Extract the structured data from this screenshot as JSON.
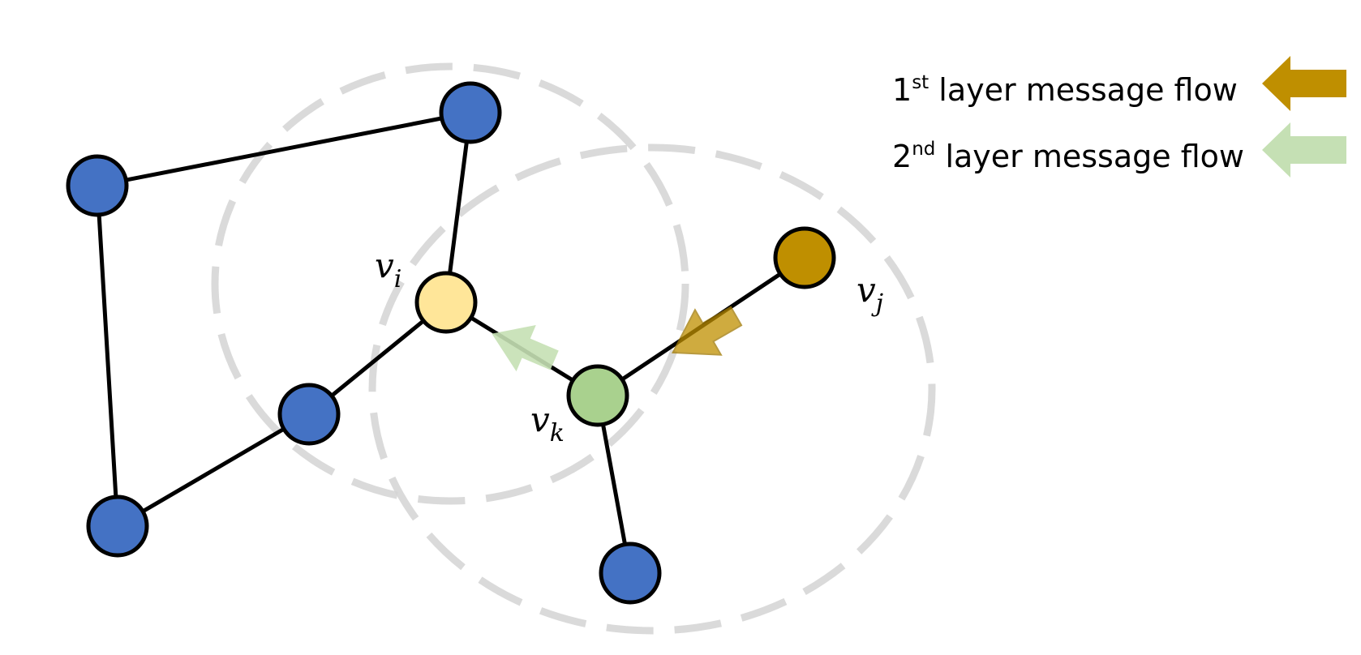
{
  "colors": {
    "regular_node": "#4472C4",
    "target_node": "#FFE699",
    "neighbor_node": "#A9D18E",
    "source_node": "#BF8F00",
    "first_layer_arrow": "#BF8F00",
    "second_layer_arrow": "#C5E0B4",
    "edge": "#000000",
    "halo": "#D4D4D4"
  },
  "nodes": [
    {
      "id": "n_top",
      "role": "regular"
    },
    {
      "id": "n_left",
      "role": "regular"
    },
    {
      "id": "n_bottom_left",
      "role": "regular"
    },
    {
      "id": "n_mid",
      "role": "regular"
    },
    {
      "id": "n_bottom",
      "role": "regular"
    },
    {
      "id": "v_i",
      "role": "target",
      "label": {
        "base": "v",
        "sub": "i"
      }
    },
    {
      "id": "v_k",
      "role": "neighbor",
      "label": {
        "base": "v",
        "sub": "k"
      }
    },
    {
      "id": "v_j",
      "role": "source",
      "label": {
        "base": "v",
        "sub": "j"
      }
    }
  ],
  "edges": [
    [
      "n_left",
      "n_top"
    ],
    [
      "n_left",
      "n_bottom_left"
    ],
    [
      "n_top",
      "v_i"
    ],
    [
      "n_bottom_left",
      "n_mid"
    ],
    [
      "n_mid",
      "v_i"
    ],
    [
      "v_i",
      "v_k"
    ],
    [
      "v_k",
      "v_j"
    ],
    [
      "v_k",
      "n_bottom"
    ]
  ],
  "legend": [
    {
      "prefix": "1",
      "sup": "st",
      "text": " layer message flow",
      "arrow": "first_layer"
    },
    {
      "prefix": "2",
      "sup": "nd",
      "text": " layer message flow",
      "arrow": "second_layer"
    }
  ]
}
